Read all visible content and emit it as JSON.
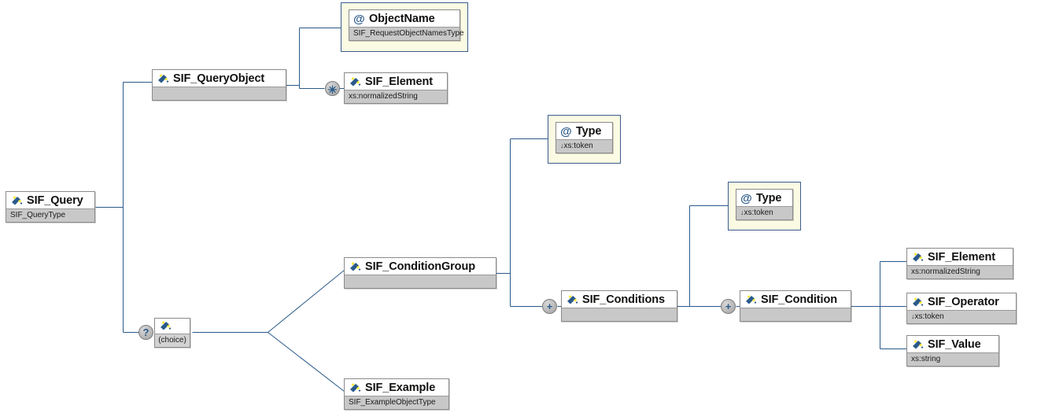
{
  "diagram": {
    "type": "xml-schema-tree",
    "title": "SIF_Query schema diagram",
    "colors": {
      "line": "#2b5a8a",
      "node_border": "#8a8a8a",
      "node_subrow": "#c8c8c8",
      "attribute_frame_fill": "#fbfbe4",
      "attribute_frame_border": "#3a5c8c",
      "marker_fill": "#b2b2b2",
      "icon_blue": "#2b5a8a",
      "icon_yellow": "#f5e53c"
    },
    "nodes": {
      "sif_query": {
        "label": "SIF_Query",
        "type_text": "SIF_QueryType",
        "icon": "element-icon"
      },
      "sif_queryobject": {
        "label": "SIF_QueryObject",
        "type_text": "",
        "icon": "element-icon"
      },
      "object_name": {
        "label": "ObjectName",
        "type_text": "SIF_RequestObjectNamesType",
        "icon": "attribute-icon"
      },
      "sif_element_top": {
        "label": "SIF_Element",
        "type_text": "xs:normalizedString",
        "icon": "element-icon"
      },
      "type_attr_1": {
        "label": "Type",
        "type_text": "xs:token",
        "icon": "attribute-icon",
        "prefix": "↓"
      },
      "type_attr_2": {
        "label": "Type",
        "type_text": "xs:token",
        "icon": "attribute-icon",
        "prefix": "↓"
      },
      "sif_conditiongroup": {
        "label": "SIF_ConditionGroup",
        "type_text": "",
        "icon": "element-icon"
      },
      "sif_conditions": {
        "label": "SIF_Conditions",
        "type_text": "",
        "icon": "element-icon"
      },
      "sif_condition": {
        "label": "SIF_Condition",
        "type_text": "",
        "icon": "element-icon"
      },
      "sif_element_right": {
        "label": "SIF_Element",
        "type_text": "xs:normalizedString",
        "icon": "element-icon"
      },
      "sif_operator": {
        "label": "SIF_Operator",
        "type_text": "xs:token",
        "icon": "element-icon",
        "prefix": "↓"
      },
      "sif_value": {
        "label": "SIF_Value",
        "type_text": "xs:string",
        "icon": "element-icon"
      },
      "sif_example": {
        "label": "SIF_Example",
        "type_text": "SIF_ExampleObjectType",
        "icon": "element-icon"
      },
      "choice": {
        "label": "(choice)",
        "icon": "element-icon"
      }
    },
    "markers": {
      "star_element": {
        "glyph": "✳",
        "meaning": "unbounded-occurrence"
      },
      "question_choice": {
        "glyph": "?",
        "meaning": "optional"
      },
      "plus_conditions": {
        "glyph": "+",
        "meaning": "expandable"
      },
      "plus_condition": {
        "glyph": "+",
        "meaning": "expandable"
      }
    }
  }
}
